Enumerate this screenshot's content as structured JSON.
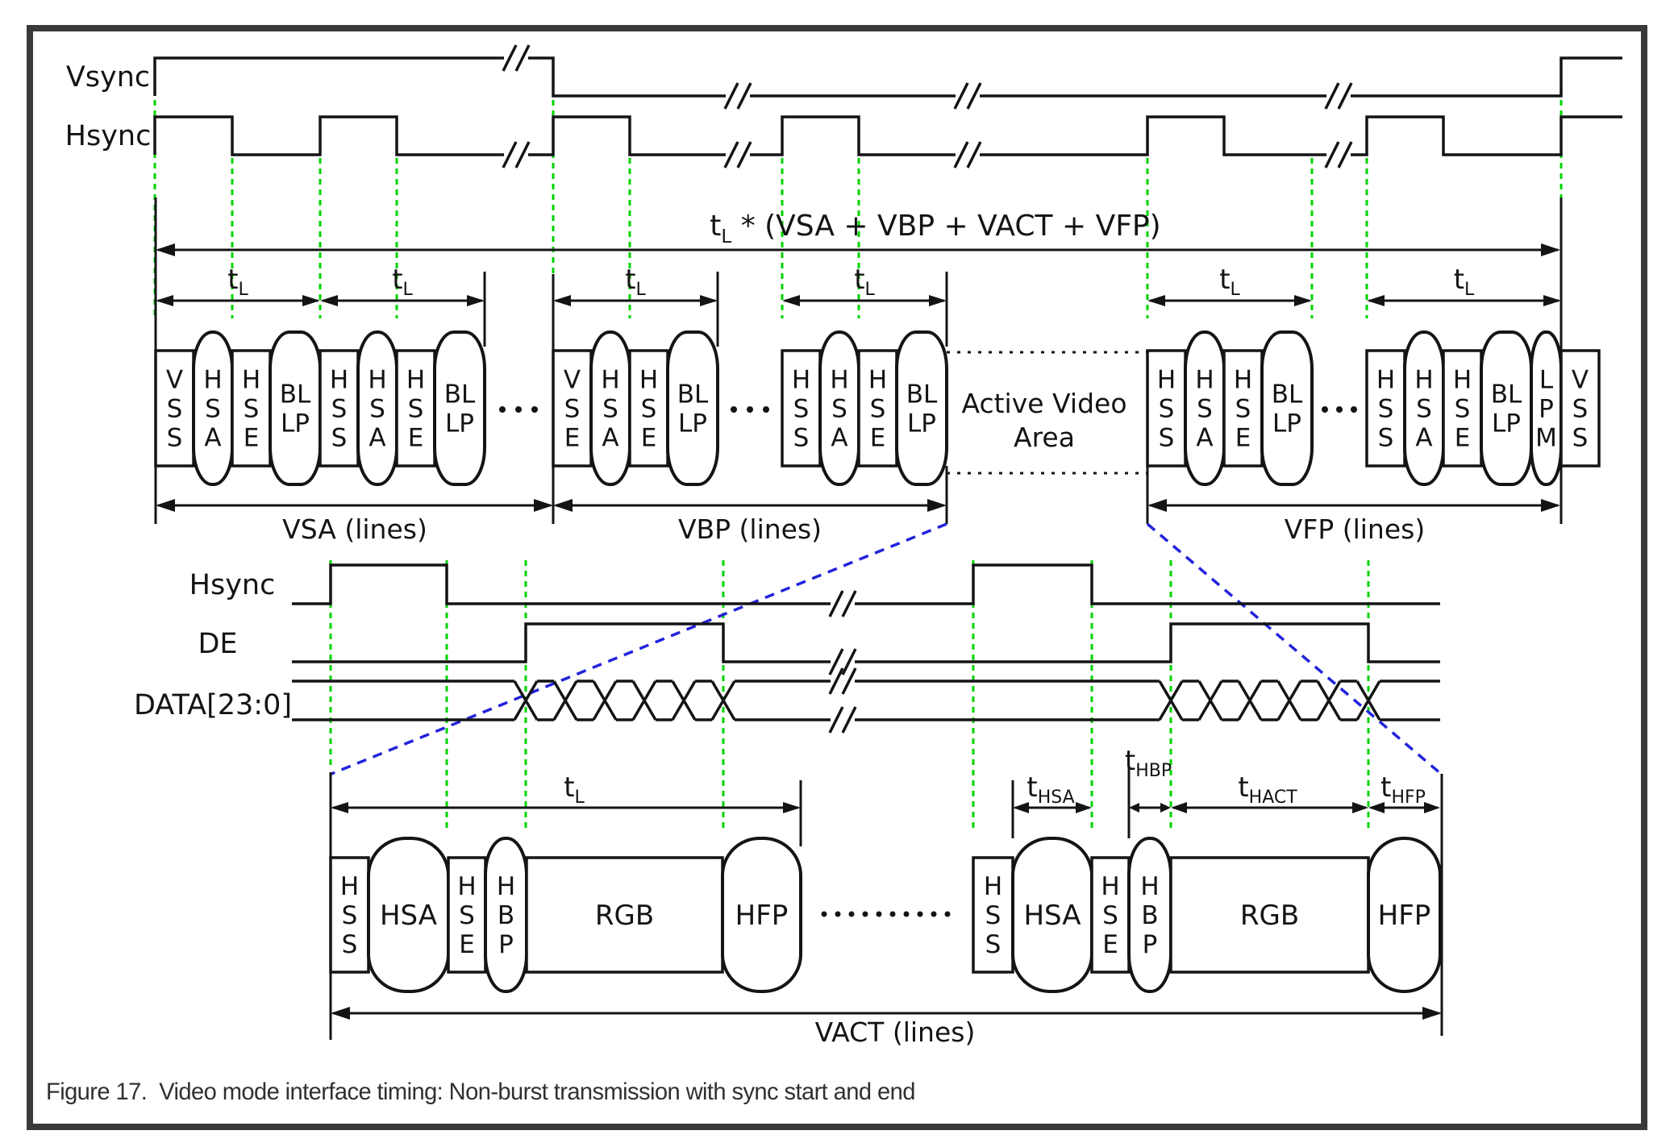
{
  "figure_caption": "Figure 17.  Video mode interface timing: Non-burst transmission with sync start and end",
  "colors": {
    "line": "#141414",
    "green": "#00d400",
    "blue": "#2323dd",
    "border": "#3a3a3a",
    "background": "#ffffff",
    "caption_text": "#303030"
  },
  "top_diagram": {
    "signal_labels": [
      "Vsync",
      "Hsync"
    ],
    "formula": {
      "base": "t",
      "sub": "L",
      "rest": " * (VSA + VBP + VACT + VFP)"
    },
    "line_time": {
      "base": "t",
      "sub": "L"
    },
    "packet_groups": [
      {
        "packets": [
          {
            "label": "VSS",
            "shape": "rect",
            "text": "stacked"
          },
          {
            "label": "HSA",
            "shape": "pill",
            "text": "stacked"
          },
          {
            "label": "HSE",
            "shape": "rect",
            "text": "stacked"
          },
          {
            "label": "BLLP",
            "shape": "pill",
            "text": "stacked"
          }
        ]
      },
      {
        "packets": [
          {
            "label": "HSS",
            "shape": "rect",
            "text": "stacked"
          },
          {
            "label": "HSA",
            "shape": "pill",
            "text": "stacked"
          },
          {
            "label": "HSE",
            "shape": "rect",
            "text": "stacked"
          },
          {
            "label": "BLLP",
            "shape": "pill",
            "text": "stacked"
          }
        ]
      },
      {
        "packets": [
          {
            "label": "VSE",
            "shape": "rect",
            "text": "stacked"
          },
          {
            "label": "HSA",
            "shape": "pill",
            "text": "stacked"
          },
          {
            "label": "HSE",
            "shape": "rect",
            "text": "stacked"
          },
          {
            "label": "BLLP",
            "shape": "pill",
            "text": "stacked"
          }
        ]
      },
      {
        "packets": [
          {
            "label": "HSS",
            "shape": "rect",
            "text": "stacked"
          },
          {
            "label": "HSA",
            "shape": "pill",
            "text": "stacked"
          },
          {
            "label": "HSE",
            "shape": "rect",
            "text": "stacked"
          },
          {
            "label": "BLLP",
            "shape": "pill",
            "text": "stacked"
          }
        ]
      },
      {
        "packets": [
          {
            "label": "HSS",
            "shape": "rect",
            "text": "stacked"
          },
          {
            "label": "HSA",
            "shape": "pill",
            "text": "stacked"
          },
          {
            "label": "HSE",
            "shape": "rect",
            "text": "stacked"
          },
          {
            "label": "BLLP",
            "shape": "pill",
            "text": "stacked"
          }
        ]
      },
      {
        "packets": [
          {
            "label": "HSS",
            "shape": "rect",
            "text": "stacked"
          },
          {
            "label": "HSA",
            "shape": "pill",
            "text": "stacked"
          },
          {
            "label": "HSE",
            "shape": "rect",
            "text": "stacked"
          },
          {
            "label": "BLLP",
            "shape": "pill",
            "text": "stacked"
          },
          {
            "label": "LPM",
            "shape": "pill",
            "text": "stacked"
          },
          {
            "label": "VSS",
            "shape": "rect",
            "text": "stacked"
          }
        ]
      }
    ],
    "ellipsis": ". . .",
    "active_area_lines": [
      "Active Video",
      "Area"
    ],
    "section_labels": [
      "VSA (lines)",
      "VBP (lines)",
      "VFP (lines)"
    ]
  },
  "bottom_diagram": {
    "signal_labels": [
      "Hsync",
      "DE",
      "DATA[23:0]"
    ],
    "timing_labels": [
      {
        "base": "t",
        "sub": "L"
      },
      {
        "base": "t",
        "sub": "HSA"
      },
      {
        "base": "t",
        "sub": "HBP"
      },
      {
        "base": "t",
        "sub": "HACT"
      },
      {
        "base": "t",
        "sub": "HFP"
      }
    ],
    "packet_groups": [
      {
        "packets": [
          {
            "label": "HSS",
            "shape": "rect",
            "text": "stacked"
          },
          {
            "label": "HSA",
            "shape": "pill",
            "text": "horizontal"
          },
          {
            "label": "HSE",
            "shape": "rect",
            "text": "stacked"
          },
          {
            "label": "HBP",
            "shape": "pill",
            "text": "stacked"
          },
          {
            "label": "RGB",
            "shape": "rect",
            "text": "horizontal"
          },
          {
            "label": "HFP",
            "shape": "pill",
            "text": "horizontal"
          }
        ]
      },
      {
        "packets": [
          {
            "label": "HSS",
            "shape": "rect",
            "text": "stacked"
          },
          {
            "label": "HSA",
            "shape": "pill",
            "text": "horizontal"
          },
          {
            "label": "HSE",
            "shape": "rect",
            "text": "stacked"
          },
          {
            "label": "HBP",
            "shape": "pill",
            "text": "stacked"
          },
          {
            "label": "RGB",
            "shape": "rect",
            "text": "horizontal"
          },
          {
            "label": "HFP",
            "shape": "pill",
            "text": "horizontal"
          }
        ]
      }
    ],
    "ellipsis": "..........",
    "vact_label": "VACT (lines)"
  }
}
